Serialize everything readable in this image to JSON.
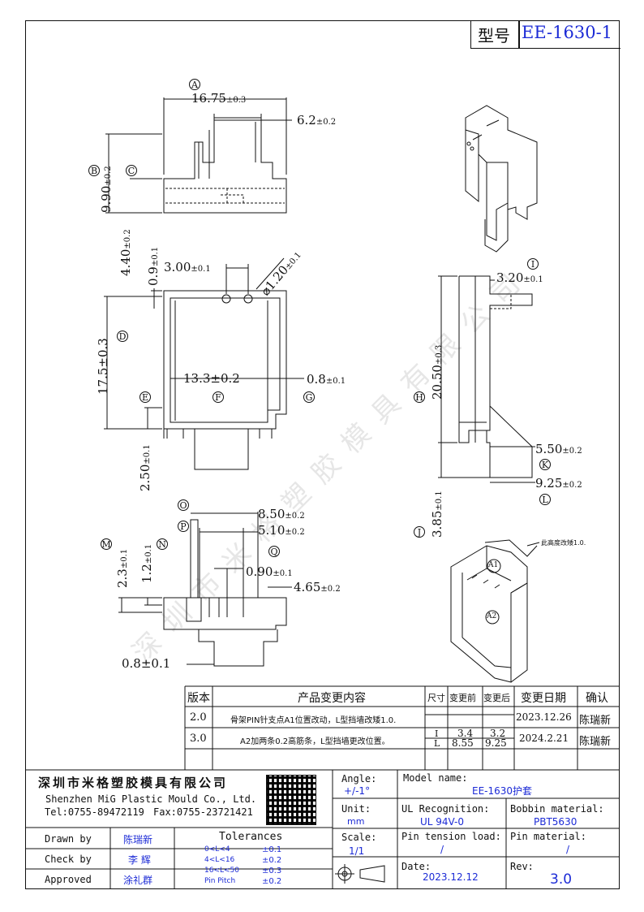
{
  "header": {
    "type_label": "型号",
    "model_code": "EE-1630-1"
  },
  "watermark": "深圳市米格塑胶模具有限公司",
  "dimensions": {
    "top_view": {
      "width": "16.75",
      "width_tol": "±0.3",
      "slot": "6.2",
      "slot_tol": "±0.2",
      "height": "9.90",
      "height_tol": "±0.2",
      "marker_a": "A",
      "marker_b": "B",
      "marker_c": "C"
    },
    "front_view": {
      "gap": "4.40",
      "gap_tol": "±0.2",
      "offset": "0.9",
      "offset_tol": "±0.1",
      "hole_pitch": "3.00",
      "hole_pitch_tol": "±0.1",
      "hole_dia": "⌀1.20",
      "hole_dia_tol": "±0.1",
      "height": "17.5±0.3",
      "inner_width": "13.3±0.2",
      "wall": "0.8",
      "wall_tol": "±0.1",
      "foot": "2.50",
      "foot_tol": "±0.1",
      "marker_d": "D",
      "marker_e": "E",
      "marker_f": "F",
      "marker_g": "G"
    },
    "side_view": {
      "top": "3.20",
      "top_tol": "±0.1",
      "height": "20.50",
      "height_tol": "±0.3",
      "step": "5.50",
      "step_tol": "±0.2",
      "bottom": "9.25",
      "bottom_tol": "±0.2",
      "base": "3.85",
      "base_tol": "±0.1",
      "marker_h": "H",
      "marker_i": "I",
      "marker_j": "J",
      "marker_k": "K",
      "marker_l": "L"
    },
    "bottom_view": {
      "w1": "8.50",
      "w1_tol": "±0.2",
      "w2": "5.10",
      "w2_tol": "±0.2",
      "rib": "0.90",
      "rib_tol": "±0.1",
      "side": "4.65",
      "side_tol": "±0.2",
      "h1": "2.3",
      "h1_tol": "±0.1",
      "h2": "1.2",
      "h2_tol": "±0.1",
      "base": "0.8±0.1",
      "marker_m": "M",
      "marker_n": "N",
      "marker_o": "O",
      "marker_p": "P",
      "marker_q": "Q"
    },
    "iso_note": "此高度改矮1.0.",
    "iso_a1": "A1",
    "iso_a2": "A2"
  },
  "change_table": {
    "headers": [
      "版本",
      "产品变更内容",
      "尺寸",
      "变更前",
      "变更后",
      "变更日期",
      "确认"
    ],
    "rows": [
      {
        "ver": "2.0",
        "content": "骨架PIN针支点A1位置改动，L型挡墙改矮1.0.",
        "sizes": [
          "",
          ""
        ],
        "before": [
          "",
          ""
        ],
        "after": [
          "",
          ""
        ],
        "date": "2023.12.26",
        "by": "陈瑞新"
      },
      {
        "ver": "3.0",
        "content": "A2加两条0.2高筋条，L型挡墙更改位置。",
        "sizes": [
          "I",
          "L"
        ],
        "before": [
          "3.4",
          "8.55"
        ],
        "after": [
          "3.2",
          "9.25"
        ],
        "date": "2024.2.21",
        "by": "陈瑞新"
      }
    ]
  },
  "title_block": {
    "company_cn": "深圳市米格塑胶模具有限公司",
    "company_en": "Shenzhen MiG Plastic Mould Co., Ltd.",
    "tel": "Tel:0755-89472119",
    "fax": "Fax:0755-23721421",
    "angle_label": "Angle:",
    "angle_value": "+/-1°",
    "unit_label": "Unit:",
    "unit_value": "mm",
    "scale_label": "Scale:",
    "scale_value": "1/1",
    "model_label": "Model name:",
    "model_value": "EE-1630护套",
    "ul_label": "UL Recognition:",
    "ul_value": "UL 94V-0",
    "bobbin_label": "Bobbin material:",
    "bobbin_value": "PBT5630",
    "pin_tension_label": "Pin tension load:",
    "pin_tension_value": "/",
    "pin_material_label": "Pin material:",
    "pin_material_value": "/",
    "date_label": "Date:",
    "date_value": "2023.12.12",
    "rev_label": "Rev:",
    "rev_value": "3.0",
    "drawn_label": "Drawn by",
    "drawn_value": "陈瑞新",
    "check_label": "Check by",
    "check_value": "李 辉",
    "approved_label": "Approved",
    "approved_value": "涂礼群",
    "tolerances_label": "Tolerances",
    "tolerances": [
      {
        "range": "0<L<4",
        "tol": "±0.1"
      },
      {
        "range": "4<L<16",
        "tol": "±0.2"
      },
      {
        "range": "16<L<50",
        "tol": "±0.3"
      },
      {
        "range": "Pin Pitch",
        "tol": "±0.2"
      }
    ]
  }
}
